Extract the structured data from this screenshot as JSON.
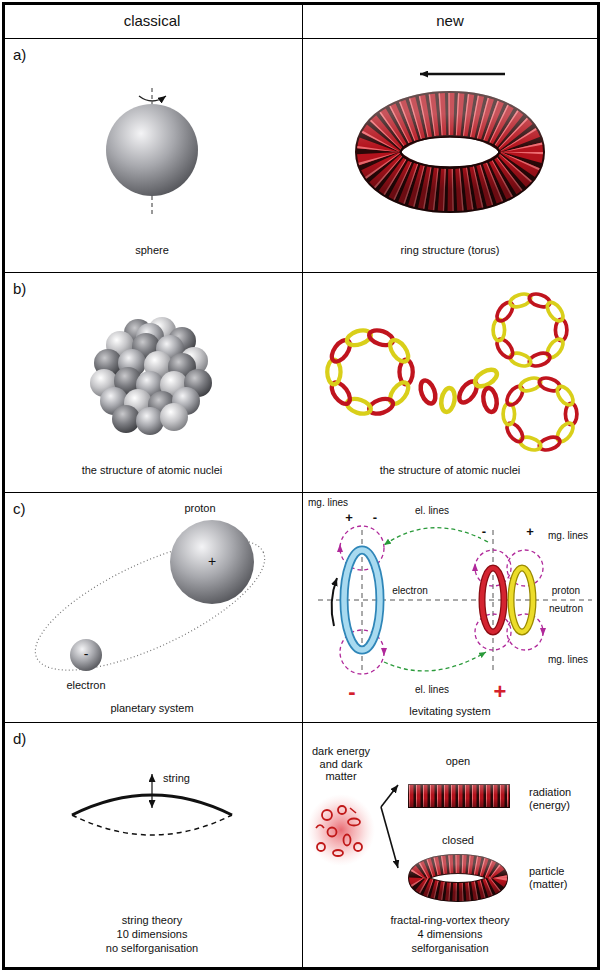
{
  "diagram": {
    "nodes": [
      {
        "text": [
          "classical"
        ]
      },
      {
        "text": [
          "new"
        ]
      },
      {
        "text": [
          "a)",
          "sphere"
        ]
      },
      {
        "text": [
          "ring structure (torus)"
        ]
      },
      {
        "text": [
          "b)",
          "the structure of atomic nuclei"
        ]
      },
      {
        "text": [
          "the structure of atomic nuclei"
        ]
      },
      {
        "text": [
          "c)",
          "proton",
          "+",
          "-",
          "electron",
          "planetary system"
        ]
      },
      {
        "text": [
          "mg. lines",
          "+",
          "-",
          "el. lines",
          "-",
          "+",
          "mg. lines",
          "electron",
          "proton",
          "neutron",
          "mg. lines",
          "-",
          "el. lines",
          "+",
          "levitating system"
        ]
      },
      {
        "text": [
          "d)",
          "string",
          "string theory",
          "10 dimensions",
          "no selforganisation"
        ]
      },
      {
        "text": [
          "fractal-ring-vortex theory",
          "4 dimensions",
          "selforganisation"
        ]
      },
      {
        "text": [
          "dark energy and dark matter"
        ],
        "in": 9
      },
      {
        "text": [
          "open",
          "radiation (energy)"
        ],
        "in": 9
      },
      {
        "text": [
          "closed",
          "particle (matter)"
        ],
        "in": 9
      }
    ],
    "edges": [
      {
        "from": 10,
        "to": 11,
        "arrow": "to"
      },
      {
        "from": 10,
        "to": 12,
        "arrow": "to"
      }
    ]
  }
}
